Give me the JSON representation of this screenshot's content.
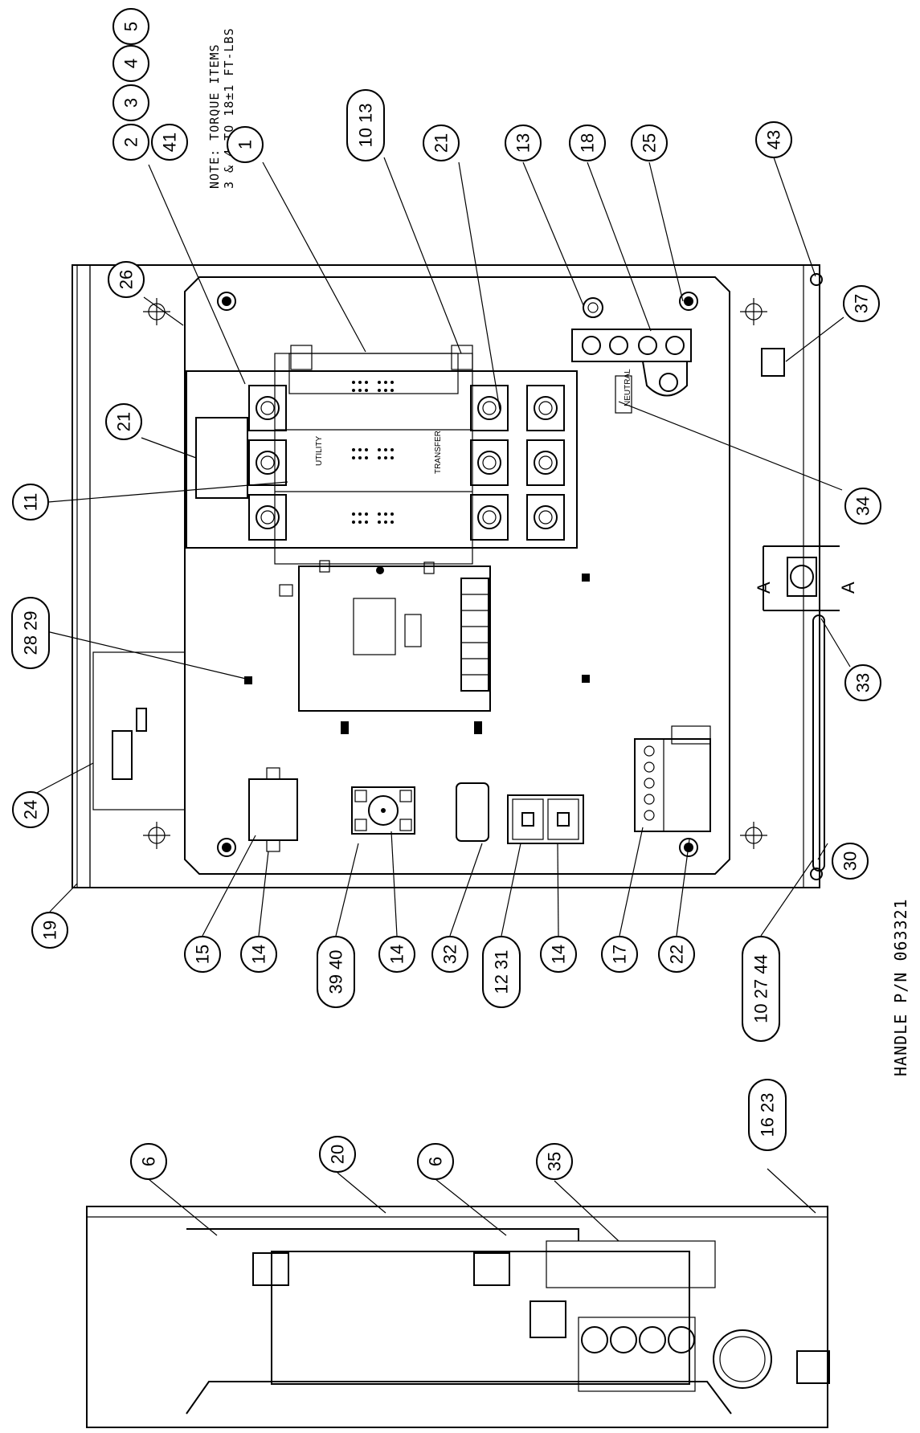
{
  "note": {
    "line1": "NOTE: TORQUE ITEMS",
    "line2": "3 & 4 TO 18±1 FT-LBS"
  },
  "handle_label": "HANDLE P/N 063321",
  "section_label": "A",
  "panel_labels": {
    "neutral": "NEUTRAL",
    "utility": "UTILITY",
    "transfer": "TRANSFER"
  },
  "callouts": {
    "c1": "1",
    "c2": "2",
    "c3": "3",
    "c4": "4",
    "c5": "5",
    "c41": "41",
    "c1013": "10 13",
    "c21a": "21",
    "c13": "13",
    "c18": "18",
    "c25": "25",
    "c43": "43",
    "c26": "26",
    "c21b": "21",
    "c11": "11",
    "c2829": "28 29",
    "c24": "24",
    "c19": "19",
    "c15": "15",
    "c14a": "14",
    "c3940": "39 40",
    "c14b": "14",
    "c32": "32",
    "c1231": "12 31",
    "c14c": "14",
    "c17": "17",
    "c22": "22",
    "c102744": "10 27 44",
    "c30": "30",
    "c33": "33",
    "c34": "34",
    "c37": "37",
    "c6a": "6",
    "c20": "20",
    "c6b": "6",
    "c35": "35",
    "c1623": "16 23"
  }
}
